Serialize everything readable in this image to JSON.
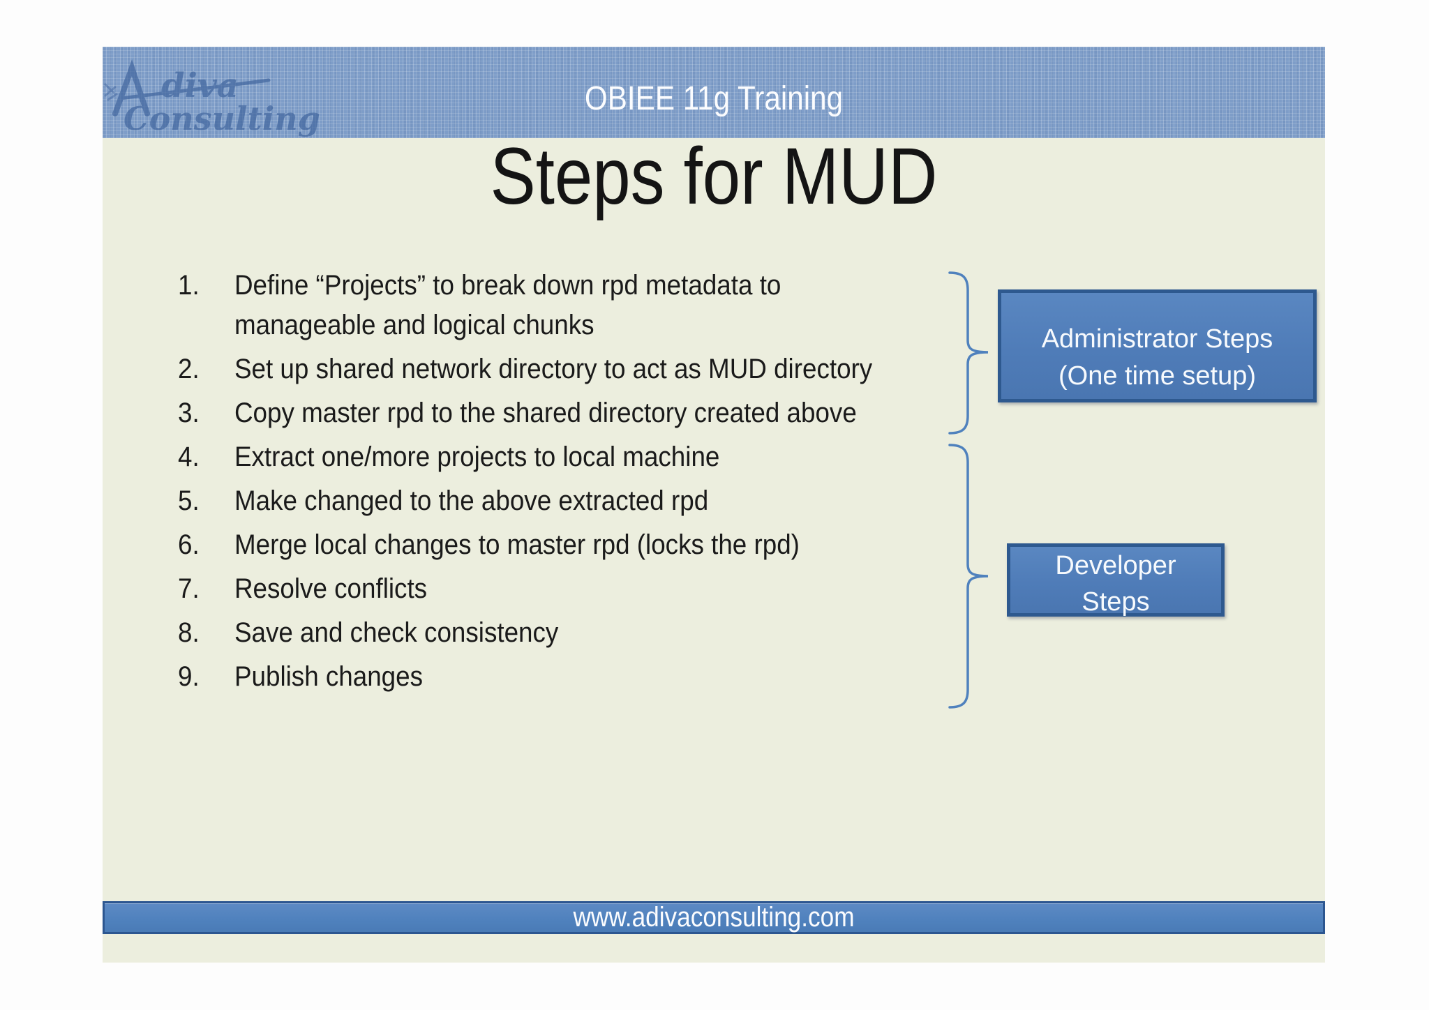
{
  "logo": {
    "word_top": "diva",
    "word_bottom": "Consulting"
  },
  "header": {
    "title": "OBIEE 11g Training"
  },
  "slide_title": "Steps for MUD",
  "steps": [
    {
      "num": "1.",
      "text": "Define “Projects” to break down rpd metadata to\nmanageable and logical chunks"
    },
    {
      "num": "2.",
      "text": "Set up shared network directory to act as MUD directory"
    },
    {
      "num": "3.",
      "text": "Copy master rpd to the shared directory created above"
    },
    {
      "num": "4.",
      "text": "Extract one/more projects to local machine"
    },
    {
      "num": "5.",
      "text": "Make changed to the above extracted rpd"
    },
    {
      "num": "6.",
      "text": "Merge local changes to master rpd (locks the rpd)"
    },
    {
      "num": "7.",
      "text": "Resolve conflicts"
    },
    {
      "num": "8.",
      "text": "Save and check consistency"
    },
    {
      "num": "9.",
      "text": "Publish changes"
    }
  ],
  "callouts": {
    "admin": {
      "line1": "Administrator Steps",
      "line2": "(One time setup)"
    },
    "developer": {
      "line1": "Developer",
      "line2": "Steps"
    }
  },
  "footer": {
    "url": "www.adivaconsulting.com"
  },
  "colors": {
    "band_blue": "#7E9DC8",
    "slide_bg": "#ECEEDE",
    "box_fill": "#4F7CB8",
    "box_border": "#2E598F",
    "brace_blue": "#4F81BD",
    "footer_fill": "#4F81BD",
    "footer_border": "#2C5690",
    "body_text": "#1A1A1A"
  }
}
